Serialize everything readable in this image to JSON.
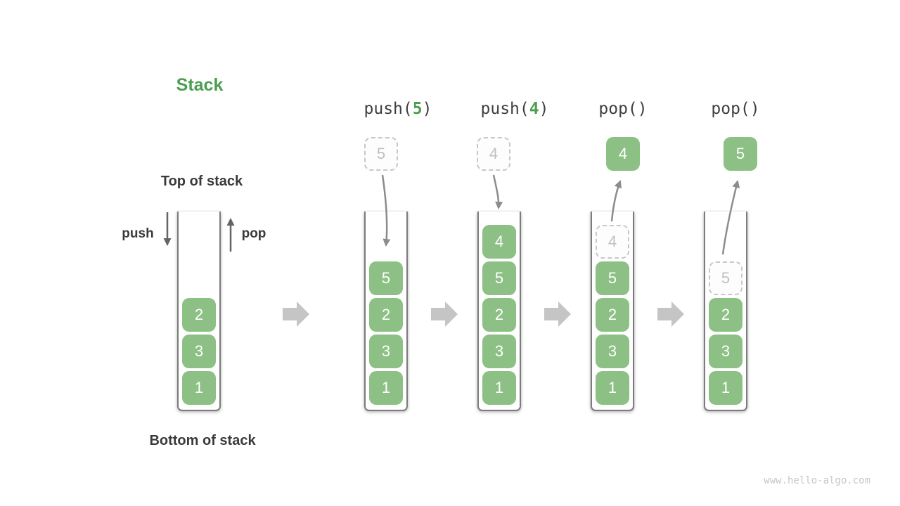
{
  "title": "Stack",
  "side_labels": {
    "top": "Top of stack",
    "bottom": "Bottom of stack",
    "push": "push",
    "pop": "pop"
  },
  "watermark": "www.hello-algo.com",
  "colors": {
    "accent-green": "#4d9e50",
    "element-green": "#8cc084",
    "flow-arrow-gray": "#c5c5c5",
    "curve-arrow-gray": "#8c8c8c",
    "straight-arrow-gray": "#646464",
    "dashed-border-gray": "#c8c8c8",
    "wall-gray": "#7c7c7c",
    "text-dark": "#3a3a3a"
  },
  "operations": [
    {
      "name": "initial-stack",
      "header": null,
      "floating": null,
      "cells": [
        {
          "value": "2",
          "style": "solid"
        },
        {
          "value": "3",
          "style": "solid"
        },
        {
          "value": "1",
          "style": "solid"
        }
      ]
    },
    {
      "name": "push-5",
      "header": {
        "pre": "push(",
        "arg": "5",
        "post": ")"
      },
      "floating": {
        "style": "dashed",
        "value": "5"
      },
      "cells": [
        {
          "value": "5",
          "style": "solid"
        },
        {
          "value": "2",
          "style": "solid"
        },
        {
          "value": "3",
          "style": "solid"
        },
        {
          "value": "1",
          "style": "solid"
        }
      ]
    },
    {
      "name": "push-4",
      "header": {
        "pre": "push(",
        "arg": "4",
        "post": ")"
      },
      "floating": {
        "style": "dashed",
        "value": "4"
      },
      "cells": [
        {
          "value": "4",
          "style": "solid"
        },
        {
          "value": "5",
          "style": "solid"
        },
        {
          "value": "2",
          "style": "solid"
        },
        {
          "value": "3",
          "style": "solid"
        },
        {
          "value": "1",
          "style": "solid"
        }
      ]
    },
    {
      "name": "pop-4",
      "header": {
        "pre": "pop()",
        "arg": "",
        "post": ""
      },
      "floating": {
        "style": "solid",
        "value": "4"
      },
      "cells": [
        {
          "value": "4",
          "style": "dashed"
        },
        {
          "value": "5",
          "style": "solid"
        },
        {
          "value": "2",
          "style": "solid"
        },
        {
          "value": "3",
          "style": "solid"
        },
        {
          "value": "1",
          "style": "solid"
        }
      ]
    },
    {
      "name": "pop-5",
      "header": {
        "pre": "pop()",
        "arg": "",
        "post": ""
      },
      "floating": {
        "style": "solid",
        "value": "5"
      },
      "cells": [
        {
          "value": "5",
          "style": "dashed"
        },
        {
          "value": "2",
          "style": "solid"
        },
        {
          "value": "3",
          "style": "solid"
        },
        {
          "value": "1",
          "style": "solid"
        }
      ]
    }
  ]
}
